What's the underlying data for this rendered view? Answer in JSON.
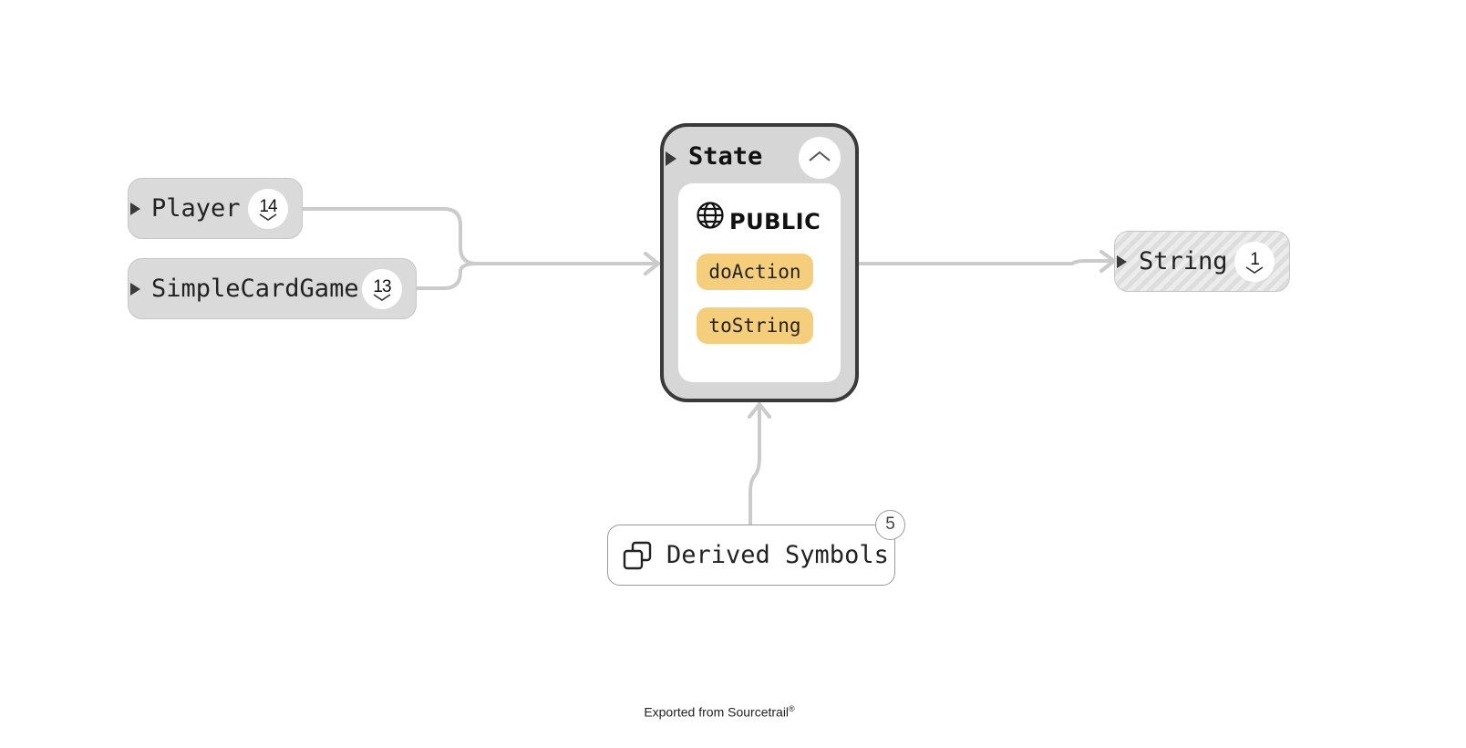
{
  "diagram": {
    "center_node": {
      "title": "State",
      "access": {
        "label": "PUBLIC",
        "icon": "globe-icon"
      },
      "members": [
        "doAction",
        "toString"
      ],
      "collapse_icon": "chevron-up-icon"
    },
    "incoming_nodes": [
      {
        "label": "Player",
        "count": "14"
      },
      {
        "label": "SimpleCardGame",
        "count": "13"
      }
    ],
    "outgoing_nodes": [
      {
        "label": "String",
        "count": "1"
      }
    ],
    "derived": {
      "label": "Derived Symbols",
      "count": "5",
      "icon": "derived-symbols-icon"
    }
  },
  "footer": {
    "text": "Exported from Sourcetrail",
    "mark": "®"
  },
  "colors": {
    "edge": "#cbcbcb",
    "node_fill": "#dadada",
    "member_fill": "#f4ce7a",
    "active_border": "#3a3a3a"
  }
}
